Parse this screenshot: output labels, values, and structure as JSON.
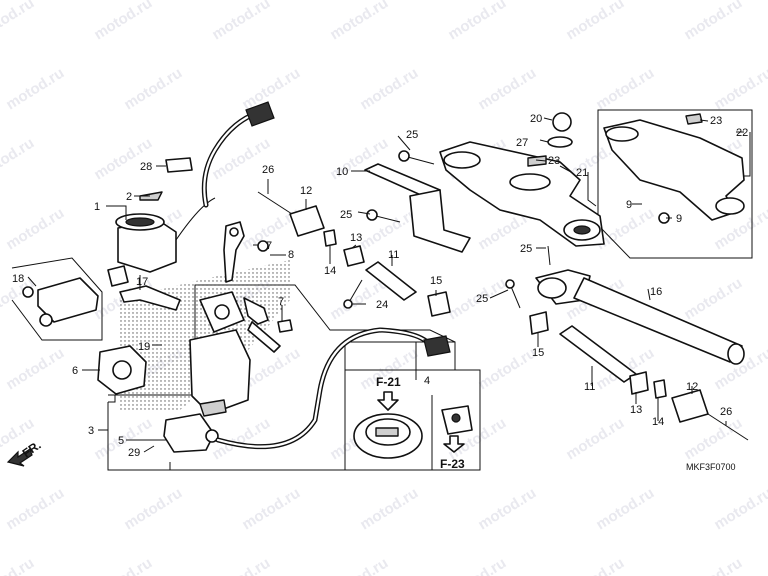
{
  "watermark": "motod.ru",
  "diagram_code": "MKF3F0700",
  "front_marker": "FR.",
  "callouts": [
    {
      "id": "c1",
      "text": "1"
    },
    {
      "id": "c2",
      "text": "2"
    },
    {
      "id": "c3",
      "text": "3"
    },
    {
      "id": "c4",
      "text": "4"
    },
    {
      "id": "c5",
      "text": "5"
    },
    {
      "id": "c6",
      "text": "6"
    },
    {
      "id": "c7a",
      "text": "7"
    },
    {
      "id": "c7b",
      "text": "7"
    },
    {
      "id": "c8",
      "text": "8"
    },
    {
      "id": "c9a",
      "text": "9"
    },
    {
      "id": "c9b",
      "text": "9"
    },
    {
      "id": "c10",
      "text": "10"
    },
    {
      "id": "c11a",
      "text": "11"
    },
    {
      "id": "c11b",
      "text": "11"
    },
    {
      "id": "c12a",
      "text": "12"
    },
    {
      "id": "c12b",
      "text": "12"
    },
    {
      "id": "c13a",
      "text": "13"
    },
    {
      "id": "c13b",
      "text": "13"
    },
    {
      "id": "c14a",
      "text": "14"
    },
    {
      "id": "c14b",
      "text": "14"
    },
    {
      "id": "c15a",
      "text": "15"
    },
    {
      "id": "c15b",
      "text": "15"
    },
    {
      "id": "c16",
      "text": "16"
    },
    {
      "id": "c17",
      "text": "17"
    },
    {
      "id": "c18",
      "text": "18"
    },
    {
      "id": "c19",
      "text": "19"
    },
    {
      "id": "c20",
      "text": "20"
    },
    {
      "id": "c21",
      "text": "21"
    },
    {
      "id": "c22",
      "text": "22"
    },
    {
      "id": "c23a",
      "text": "23"
    },
    {
      "id": "c23b",
      "text": "23"
    },
    {
      "id": "c24",
      "text": "24"
    },
    {
      "id": "c25a",
      "text": "25"
    },
    {
      "id": "c25b",
      "text": "25"
    },
    {
      "id": "c25c",
      "text": "25"
    },
    {
      "id": "c25d",
      "text": "25"
    },
    {
      "id": "c26a",
      "text": "26"
    },
    {
      "id": "c26b",
      "text": "26"
    },
    {
      "id": "c27",
      "text": "27"
    },
    {
      "id": "c28",
      "text": "28"
    },
    {
      "id": "c29",
      "text": "29"
    }
  ],
  "section_refs": [
    {
      "id": "f21",
      "text": "F-21"
    },
    {
      "id": "f23",
      "text": "F-23"
    }
  ]
}
